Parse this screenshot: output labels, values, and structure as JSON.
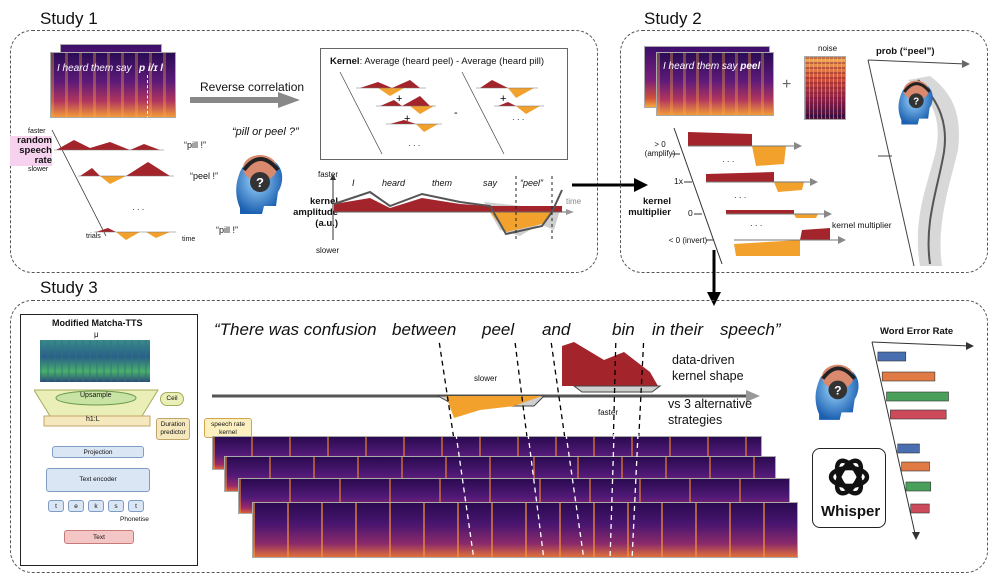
{
  "study1": {
    "title": "Study 1",
    "spectrogram_text_a": "I heard them say",
    "spectrogram_text_b": "p i/ɪ l",
    "reverse_correlation": "Reverse correlation",
    "kernel_label_bold": "Kernel",
    "kernel_formula": ": Average (heard peel) - Average (heard pill)",
    "ellipsis": "· · ·",
    "rate_faster": "faster",
    "rate_slower": "slower",
    "rate_title": "random speech rate",
    "trials": "trials",
    "time": "time",
    "resp1": "“pill !”",
    "resp2": "“peel !”",
    "resp3": "“pill !”",
    "question": "“pill or peel ?”",
    "amp_faster": "faster",
    "amp_slower": "slower",
    "amp_title": "kernel amplitude (a.u.)",
    "words": [
      "I",
      "heard",
      "them",
      "say",
      "“peel”"
    ],
    "time_axis": "time",
    "plus": "+",
    "minus": "-"
  },
  "study2": {
    "title": "Study 2",
    "spectrogram_text": "I heard them say",
    "spectrogram_word": "peel",
    "noise": "noise",
    "plus": "+",
    "prob": "prob (“peel”)",
    "kernel_multiplier": "kernel multiplier",
    "kernel_multiplier_axis": "kernel multiplier",
    "levels": [
      "> 0 (amplify)",
      "1x",
      "0",
      "< 0 (invert)"
    ],
    "ellipsis": "· · ·"
  },
  "study3": {
    "title": "Study 3",
    "sentence": [
      "“There was confusion",
      "between",
      "peel",
      "and",
      "bin",
      "in",
      "their",
      "speech”"
    ],
    "slower": "slower",
    "faster": "faster",
    "data_driven": "data-driven kernel shape",
    "vs_alt": "vs 3 alternative strategies",
    "wer_title": "Word Error Rate",
    "whisper": "Whisper",
    "mtts_title": "Modified Matcha-TTS",
    "mtts_mu": "μ",
    "mtts_upsample": "Upsample",
    "mtts_ceil": "Ceil",
    "mtts_h": "h1:L",
    "mtts_duration": "Duration predictor",
    "mtts_projection": "Projection",
    "mtts_encoder": "Text encoder",
    "mtts_phonemes": [
      "t",
      "e",
      "k",
      "s",
      "t"
    ],
    "mtts_phonetise": "Phonetise",
    "mtts_text": "Text",
    "speech_rate_kernel": "speech rate kernel"
  },
  "wer_bars": [
    {
      "color": "#4a6fb0",
      "value": 0.45
    },
    {
      "color": "#e07b45",
      "value": 0.85
    },
    {
      "color": "#4aa05a",
      "value": 1.0
    },
    {
      "color": "#cc4a5a",
      "value": 0.9
    },
    {
      "color": "#4a6fb0",
      "value": 0.35
    },
    {
      "color": "#e07b45",
      "value": 0.45
    },
    {
      "color": "#4aa05a",
      "value": 0.4
    },
    {
      "color": "#cc4a5a",
      "value": 0.3
    }
  ],
  "colors": {
    "kernel_red": "#a3242a",
    "kernel_orange": "#f2a12c",
    "gray": "#999999"
  }
}
